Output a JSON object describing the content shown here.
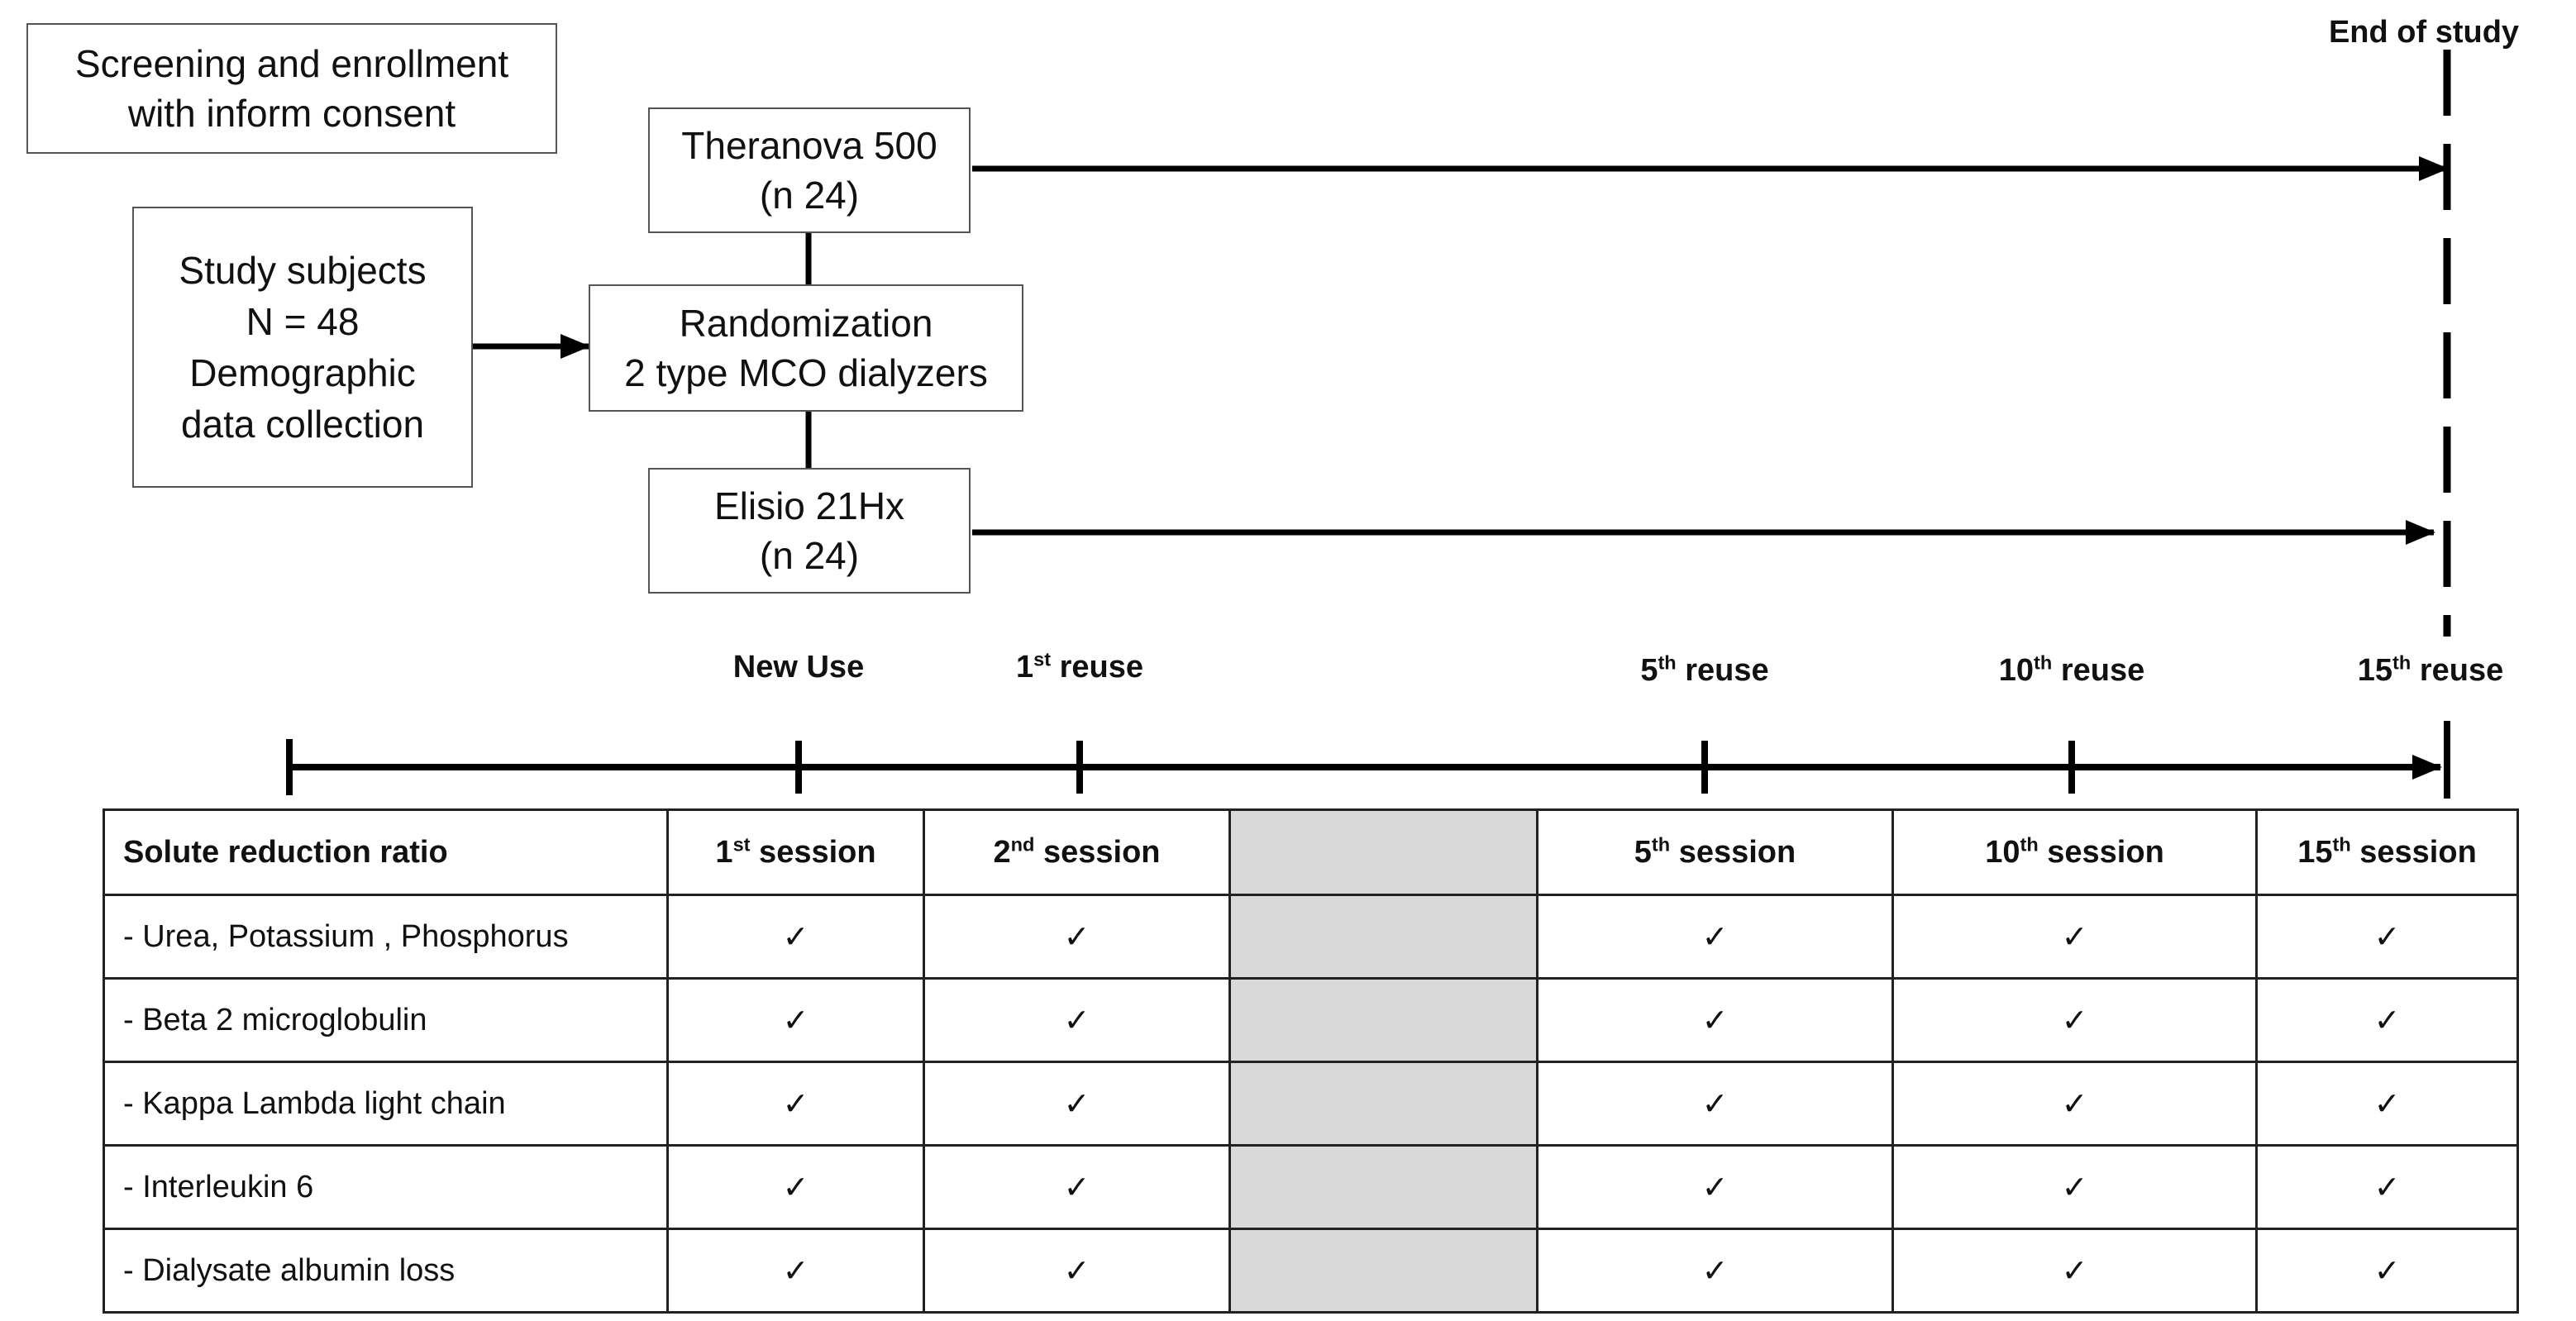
{
  "screening_box": {
    "line1": "Screening and enrollment",
    "line2": "with inform consent"
  },
  "subjects_box": {
    "title": "Study subjects",
    "count": "N = 48",
    "line3": "Demographic",
    "line4": "data collection"
  },
  "randomization_box": {
    "line1": "Randomization",
    "line2": "2 type MCO dialyzers"
  },
  "arm_theranova": {
    "name": "Theranova 500",
    "n": "(n 24)"
  },
  "arm_elisio": {
    "name": "Elisio 21Hx",
    "n": "(n 24)"
  },
  "end_of_study": "End of study",
  "timeline_labels": {
    "new_use": "New Use",
    "reuse1_num": "1",
    "reuse1_sup": "st",
    "reuse1_text": " reuse",
    "reuse5_num": "5",
    "reuse5_sup": "th",
    "reuse5_text": " reuse",
    "reuse10_num": "10",
    "reuse10_sup": "th",
    "reuse10_text": " reuse",
    "reuse15_num": "15",
    "reuse15_sup": "th",
    "reuse15_text": " reuse"
  },
  "table": {
    "header_label": "Solute reduction ratio",
    "sessions": [
      {
        "num": "1",
        "sup": "st",
        "text": " session"
      },
      {
        "num": "2",
        "sup": "nd",
        "text": " session"
      },
      {
        "num": "5",
        "sup": "th",
        "text": " session"
      },
      {
        "num": "10",
        "sup": "th",
        "text": " session"
      },
      {
        "num": "15",
        "sup": "th",
        "text": " session"
      }
    ],
    "rows": [
      {
        "label": "- Urea, Potassium , Phosphorus"
      },
      {
        "label": "- Beta 2 microglobulin"
      },
      {
        "label": "- Kappa Lambda light chain"
      },
      {
        "label": "- Interleukin 6"
      },
      {
        "label": "- Dialysate albumin loss"
      }
    ],
    "check": "✓"
  },
  "colors": {
    "line": "#000000",
    "box_border": "#555555",
    "shaded_cell": "#d9d9d9"
  }
}
